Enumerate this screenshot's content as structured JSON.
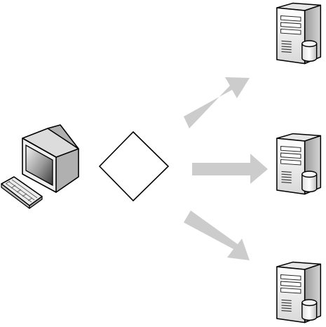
{
  "diagram": {
    "nodes": [
      {
        "id": "client",
        "kind": "desktop-computer-icon"
      },
      {
        "id": "balancer",
        "kind": "decision-diamond"
      },
      {
        "id": "server-1",
        "kind": "server-icon"
      },
      {
        "id": "server-2",
        "kind": "server-icon"
      },
      {
        "id": "server-3",
        "kind": "server-icon"
      }
    ],
    "edges": [
      {
        "from": "balancer",
        "to": "server-1",
        "style": "block-arrow"
      },
      {
        "from": "balancer",
        "to": "server-2",
        "style": "block-arrow"
      },
      {
        "from": "balancer",
        "to": "server-3",
        "style": "block-arrow"
      }
    ],
    "colors": {
      "background": "#ffffff",
      "arrow": "#cccccc",
      "outline": "#000000",
      "device_light": "#f0f0f0",
      "device_mid": "#c8c8c8",
      "device_dark": "#8c8c8c",
      "screen": "#2a2a2a"
    }
  }
}
